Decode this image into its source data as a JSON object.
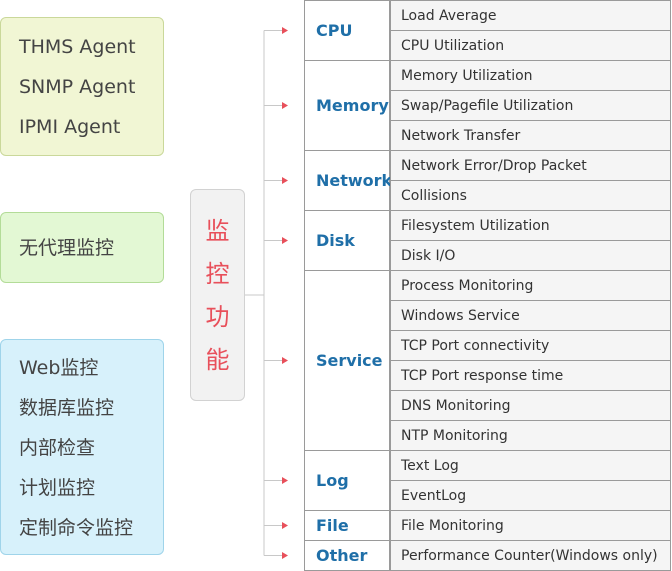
{
  "left_groups": [
    {
      "lines": [
        "THMS Agent",
        "SNMP Agent",
        "IPMI Agent"
      ]
    },
    {
      "lines": [
        "无代理监控"
      ]
    },
    {
      "lines": [
        "Web监控",
        "数据库监控",
        "内部检查",
        "计划监控",
        "定制命令监控"
      ]
    }
  ],
  "center": {
    "chars": [
      "监",
      "控",
      "功",
      "能"
    ]
  },
  "categories": [
    {
      "name": "CPU",
      "items": [
        "Load Average",
        "CPU Utilization"
      ]
    },
    {
      "name": "Memory",
      "items": [
        "Memory Utilization",
        "Swap/Pagefile Utilization",
        "Network Transfer"
      ]
    },
    {
      "name": "Network",
      "items": [
        "Network Error/Drop Packet",
        "Collisions"
      ]
    },
    {
      "name": "Disk",
      "items": [
        "Filesystem Utilization",
        "Disk I/O"
      ]
    },
    {
      "name": "Service",
      "items": [
        "Process Monitoring",
        "Windows Service",
        "TCP Port connectivity",
        "TCP Port response time",
        "DNS Monitoring",
        "NTP Monitoring"
      ]
    },
    {
      "name": "Log",
      "items": [
        "Text Log",
        "EventLog"
      ]
    },
    {
      "name": "File",
      "items": [
        "File Monitoring"
      ]
    },
    {
      "name": "Other",
      "items": [
        "Performance Counter(Windows only)"
      ]
    }
  ],
  "colors": {
    "center_text": "#e8505b",
    "category_text": "#1f6fa8",
    "arrow": "#e8505b"
  }
}
